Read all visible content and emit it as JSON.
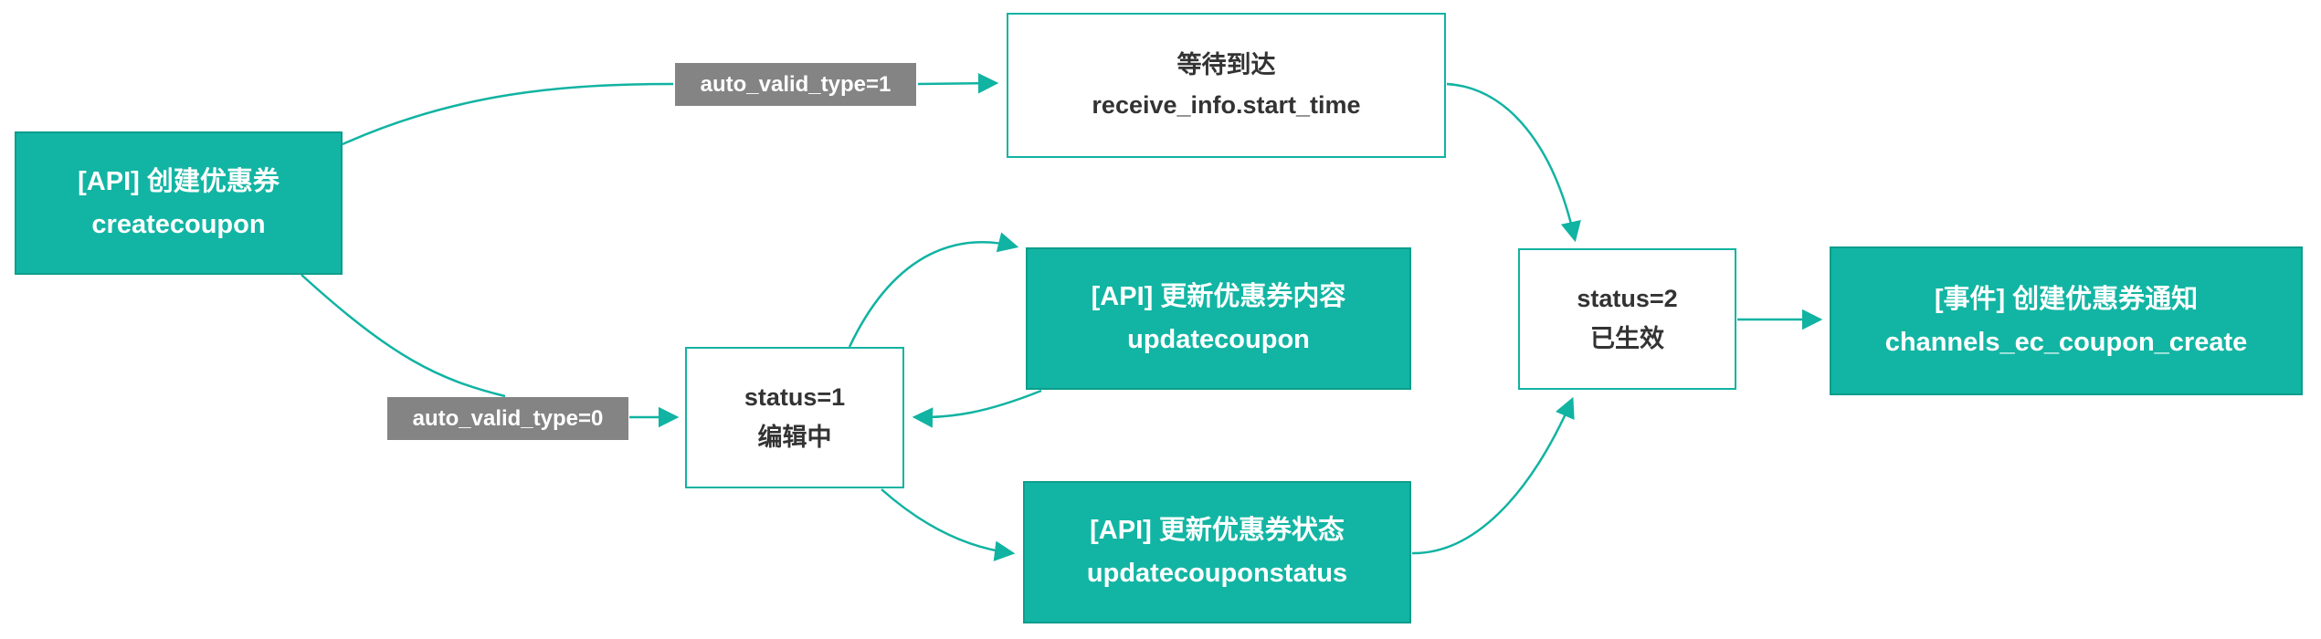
{
  "diagram": {
    "title": "coupon-create-flow",
    "accent_color": "#12b5a3",
    "edge_color": "#11b3a2",
    "label_bg_color": "#848484",
    "nodes": {
      "createcoupon": {
        "line1": "[API] 创建优惠券",
        "line2": "createcoupon"
      },
      "wait_start_time": {
        "line1": "等待到达",
        "line2": "receive_info.start_time"
      },
      "status1": {
        "line1": "status=1",
        "line2": "编辑中"
      },
      "updatecoupon": {
        "line1": "[API] 更新优惠券内容",
        "line2": "updatecoupon"
      },
      "updatecouponstatus": {
        "line1": "[API] 更新优惠券状态",
        "line2": "updatecouponstatus"
      },
      "status2": {
        "line1": "status=2",
        "line2": "已生效"
      },
      "event_notify": {
        "line1": "[事件] 创建优惠券通知",
        "line2": "channels_ec_coupon_create"
      }
    },
    "edge_labels": {
      "auto_valid_type_1": "auto_valid_type=1",
      "auto_valid_type_0": "auto_valid_type=0"
    },
    "edges": [
      {
        "from": "createcoupon",
        "to": "wait_start_time",
        "label": "auto_valid_type=1"
      },
      {
        "from": "createcoupon",
        "to": "status1",
        "label": "auto_valid_type=0"
      },
      {
        "from": "status1",
        "to": "updatecoupon",
        "label": ""
      },
      {
        "from": "updatecoupon",
        "to": "status1",
        "label": ""
      },
      {
        "from": "status1",
        "to": "updatecouponstatus",
        "label": ""
      },
      {
        "from": "updatecouponstatus",
        "to": "status2",
        "label": ""
      },
      {
        "from": "wait_start_time",
        "to": "status2",
        "label": ""
      },
      {
        "from": "status2",
        "to": "event_notify",
        "label": ""
      }
    ]
  }
}
